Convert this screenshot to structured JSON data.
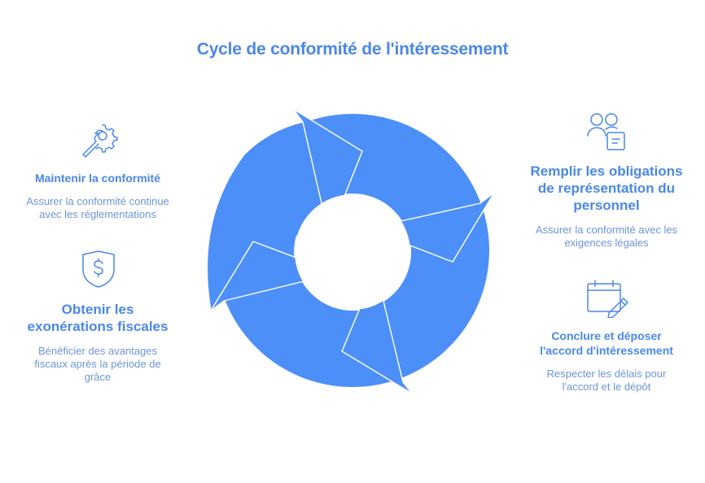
{
  "title": "Cycle de conformité de l'intéressement",
  "colors": {
    "accent": "#4a87ea",
    "cycle": "#4c8ff8",
    "text_light": "#6d95d6"
  },
  "steps": [
    {
      "icon": "wrench-gear-icon",
      "title_lines": [
        "Maintenir la conformité"
      ],
      "desc_lines": [
        "Assurer la conformité continue",
        "avec les réglementations"
      ]
    },
    {
      "icon": "people-document-icon",
      "title_lines": [
        "Remplir les obligations",
        "de représentation du",
        "personnel"
      ],
      "desc_lines": [
        "Assurer la conformité avec les",
        "exigences légales"
      ]
    },
    {
      "icon": "shield-dollar-icon",
      "title_lines": [
        "Obtenir les",
        "exonérations fiscales"
      ],
      "desc_lines": [
        "Bénéficier des avantages",
        "fiscaux après la période de",
        "grâce"
      ]
    },
    {
      "icon": "calendar-pen-icon",
      "title_lines": [
        "Conclure et déposer",
        "l'accord d'intéressement"
      ],
      "desc_lines": [
        "Respecter les délais pour",
        "l'accord et le dépôt"
      ]
    }
  ]
}
